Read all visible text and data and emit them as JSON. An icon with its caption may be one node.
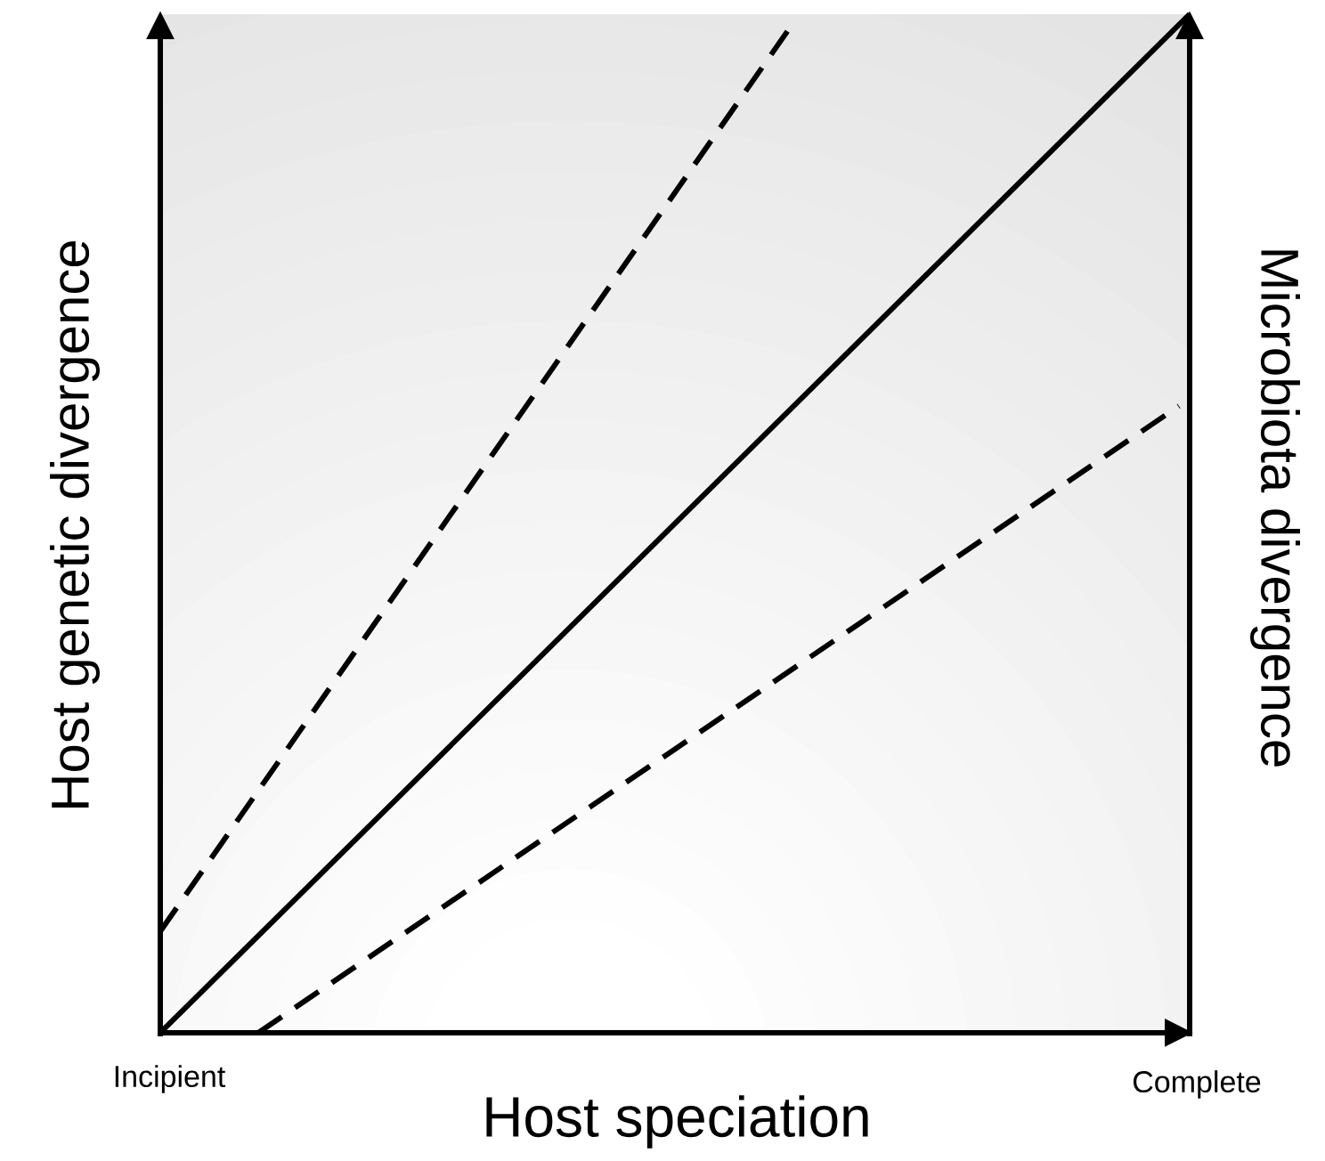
{
  "diagram": {
    "labels": [
      "Host genetic divergence",
      "Microbiota divergence",
      "Incipient",
      "Complete",
      "Host speciation"
    ]
  }
}
